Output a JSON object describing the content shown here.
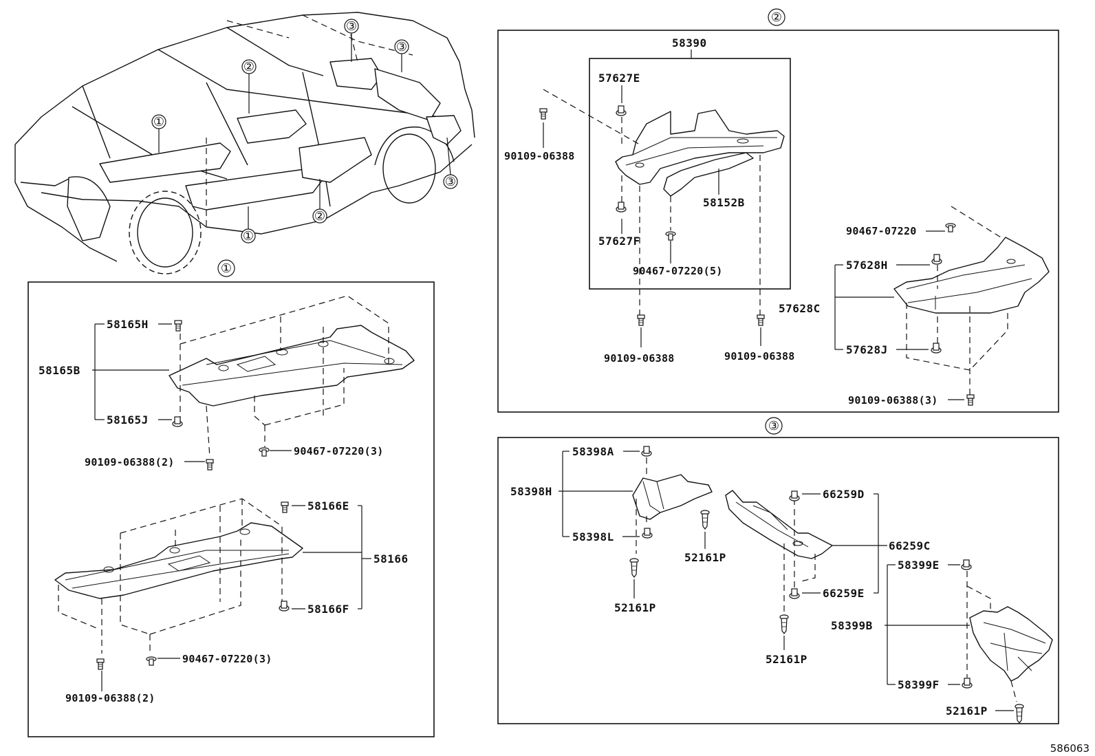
{
  "sections": {
    "s1": "①",
    "s2": "②",
    "s3": "③"
  },
  "car_callouts": {
    "c1a": "①",
    "c1b": "①",
    "c2a": "②",
    "c2b": "②",
    "c3a": "③",
    "c3b": "③",
    "c3c": "③"
  },
  "labels": {
    "p58165H": "58165H",
    "p58165B": "58165B",
    "p58165J": "58165J",
    "p90109_06388_2a": "90109-06388(2)",
    "p90467_07220_3a": "90467-07220(3)",
    "p58166E": "58166E",
    "p58166": "58166",
    "p58166F": "58166F",
    "p90467_07220_3b": "90467-07220(3)",
    "p90109_06388_2b": "90109-06388(2)",
    "p58390": "58390",
    "p57627E": "57627E",
    "p90109_06388_a": "90109-06388",
    "p58152B": "58152B",
    "p57627F": "57627F",
    "p90467_07220_5": "90467-07220(5)",
    "p90109_06388_b": "90109-06388",
    "p90109_06388_c": "90109-06388",
    "p90467_07220": "90467-07220",
    "p57628H": "57628H",
    "p57628C": "57628C",
    "p57628J": "57628J",
    "p90109_06388_3": "90109-06388(3)",
    "p58398A": "58398A",
    "p58398H": "58398H",
    "p58398L": "58398L",
    "p52161P_a": "52161P",
    "p52161P_b": "52161P",
    "p66259D": "66259D",
    "p66259C": "66259C",
    "p66259E": "66259E",
    "p52161P_c": "52161P",
    "p58399E": "58399E",
    "p58399B": "58399B",
    "p58399F": "58399F",
    "p52161P_d": "52161P"
  },
  "figure_id": "586063"
}
